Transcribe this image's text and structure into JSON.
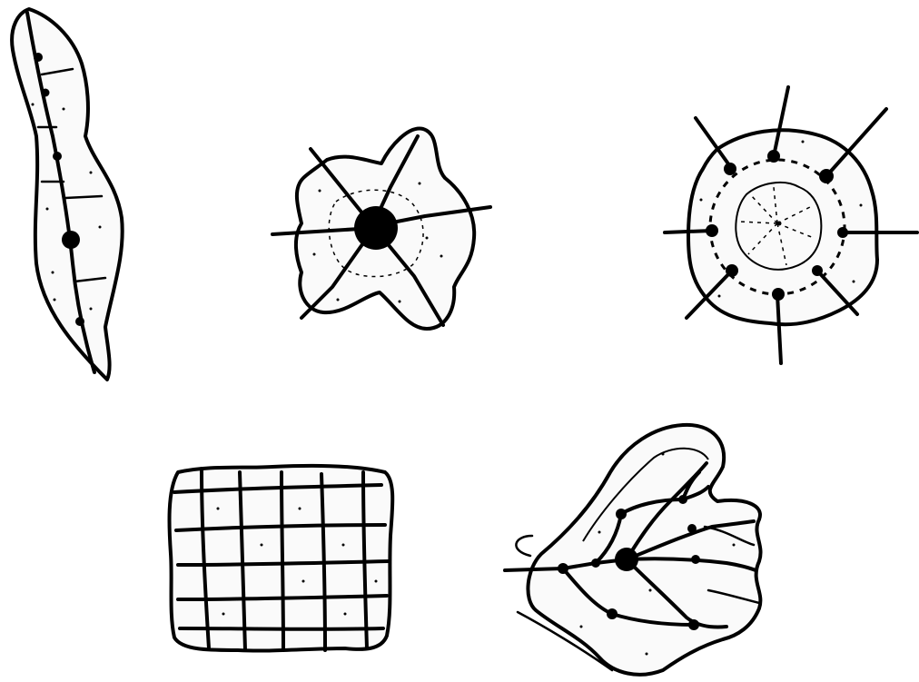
{
  "figure": {
    "panels": [
      {
        "id": "linear",
        "kind": "linear-settlement-along-road"
      },
      {
        "id": "cross",
        "kind": "cross-road-settlement"
      },
      {
        "id": "radial",
        "kind": "radial-concentric-settlement"
      },
      {
        "id": "grid",
        "kind": "grid-settlement"
      },
      {
        "id": "branching",
        "kind": "branching-settlement"
      }
    ],
    "colors": {
      "ink": "#000000",
      "paper": "#ffffff"
    }
  }
}
